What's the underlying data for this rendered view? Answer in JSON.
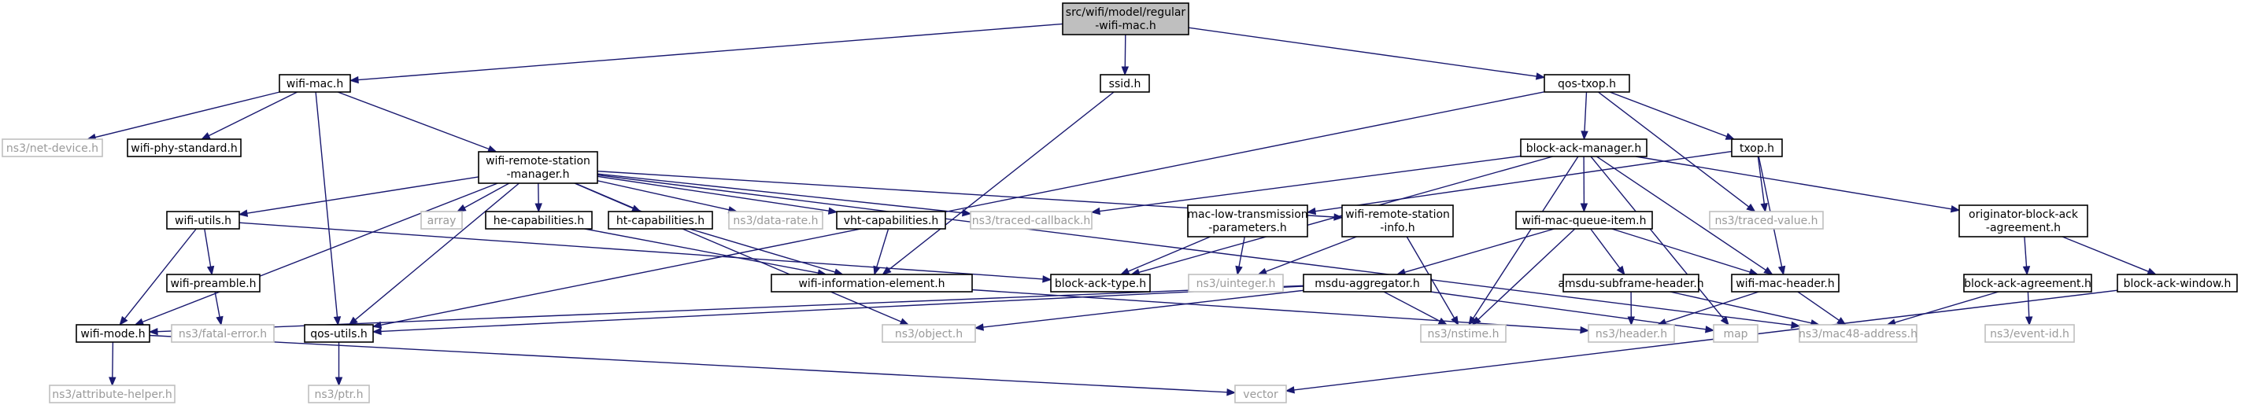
{
  "graph": {
    "nodes": {
      "root": [
        "src/wifi/model/regular",
        "-wifi-mac.h"
      ],
      "wifi_mac": [
        "wifi-mac.h"
      ],
      "ssid": [
        "ssid.h"
      ],
      "qos_txop": [
        "qos-txop.h"
      ],
      "net_device": [
        "ns3/net-device.h"
      ],
      "wifi_phy_standard": [
        "wifi-phy-standard.h"
      ],
      "wrsm": [
        "wifi-remote-station",
        "-manager.h"
      ],
      "block_ack_manager": [
        "block-ack-manager.h"
      ],
      "txop": [
        "txop.h"
      ],
      "wifi_utils": [
        "wifi-utils.h"
      ],
      "array": [
        "array"
      ],
      "he_cap": [
        "he-capabilities.h"
      ],
      "ht_cap": [
        "ht-capabilities.h"
      ],
      "data_rate": [
        "ns3/data-rate.h"
      ],
      "vht_cap": [
        "vht-capabilities.h"
      ],
      "traced_callback": [
        "ns3/traced-callback.h"
      ],
      "mac_low": [
        "mac-low-transmission",
        "-parameters.h"
      ],
      "wrs_info": [
        "wifi-remote-station",
        "-info.h"
      ],
      "mac_queue_item": [
        "wifi-mac-queue-item.h"
      ],
      "traced_value": [
        "ns3/traced-value.h"
      ],
      "oba": [
        "originator-block-ack",
        "-agreement.h"
      ],
      "wifi_preamble": [
        "wifi-preamble.h"
      ],
      "wie": [
        "wifi-information-element.h"
      ],
      "block_ack_type": [
        "block-ack-type.h"
      ],
      "uinteger": [
        "ns3/uinteger.h"
      ],
      "msdu_agg": [
        "msdu-aggregator.h"
      ],
      "amsdu_sub": [
        "amsdu-subframe-header.h"
      ],
      "wifi_mac_header": [
        "wifi-mac-header.h"
      ],
      "block_ack_agreement": [
        "block-ack-agreement.h"
      ],
      "block_ack_window": [
        "block-ack-window.h"
      ],
      "wifi_mode": [
        "wifi-mode.h"
      ],
      "fatal_error": [
        "ns3/fatal-error.h"
      ],
      "qos_utils": [
        "qos-utils.h"
      ],
      "object": [
        "ns3/object.h"
      ],
      "nstime": [
        "ns3/nstime.h"
      ],
      "header": [
        "ns3/header.h"
      ],
      "map": [
        "map"
      ],
      "mac48": [
        "ns3/mac48-address.h"
      ],
      "event_id": [
        "ns3/event-id.h"
      ],
      "attribute_helper": [
        "ns3/attribute-helper.h"
      ],
      "ptr": [
        "ns3/ptr.h"
      ],
      "vector": [
        "vector"
      ]
    },
    "dim_nodes": [
      "net_device",
      "array",
      "data_rate",
      "traced_callback",
      "traced_value",
      "uinteger",
      "fatal_error",
      "object",
      "nstime",
      "header",
      "map",
      "mac48",
      "event_id",
      "attribute_helper",
      "ptr",
      "vector"
    ],
    "root_node": "root",
    "edges": [
      [
        "root",
        "wifi_mac"
      ],
      [
        "root",
        "ssid"
      ],
      [
        "root",
        "qos_txop"
      ],
      [
        "wifi_mac",
        "net_device"
      ],
      [
        "wifi_mac",
        "wifi_phy_standard"
      ],
      [
        "wifi_mac",
        "wrsm"
      ],
      [
        "wifi_mac",
        "qos_utils"
      ],
      [
        "wrsm",
        "wifi_utils"
      ],
      [
        "wrsm",
        "array"
      ],
      [
        "wrsm",
        "he_cap"
      ],
      [
        "wrsm",
        "ht_cap"
      ],
      [
        "wrsm",
        "data_rate"
      ],
      [
        "wrsm",
        "vht_cap"
      ],
      [
        "wrsm",
        "traced_callback"
      ],
      [
        "wrsm",
        "wrs_info"
      ],
      [
        "wrsm",
        "wifi_mode"
      ],
      [
        "wrsm",
        "qos_utils"
      ],
      [
        "wrsm",
        "object"
      ],
      [
        "wrsm",
        "mac48"
      ],
      [
        "ssid",
        "wie"
      ],
      [
        "qos_txop",
        "block_ack_manager"
      ],
      [
        "qos_txop",
        "txop"
      ],
      [
        "qos_txop",
        "traced_value"
      ],
      [
        "qos_txop",
        "qos_utils"
      ],
      [
        "block_ack_manager",
        "traced_callback"
      ],
      [
        "block_ack_manager",
        "oba"
      ],
      [
        "block_ack_manager",
        "mac_queue_item"
      ],
      [
        "block_ack_manager",
        "block_ack_type"
      ],
      [
        "block_ack_manager",
        "wifi_mac_header"
      ],
      [
        "block_ack_manager",
        "nstime"
      ],
      [
        "block_ack_manager",
        "map"
      ],
      [
        "txop",
        "mac_low"
      ],
      [
        "txop",
        "traced_value"
      ],
      [
        "txop",
        "wifi_mac_header"
      ],
      [
        "wifi_utils",
        "block_ack_type"
      ],
      [
        "wifi_utils",
        "wifi_preamble"
      ],
      [
        "wifi_utils",
        "wifi_mode"
      ],
      [
        "he_cap",
        "wie"
      ],
      [
        "ht_cap",
        "wie"
      ],
      [
        "vht_cap",
        "wie"
      ],
      [
        "mac_low",
        "block_ack_type"
      ],
      [
        "mac_low",
        "uinteger"
      ],
      [
        "wrs_info",
        "uinteger"
      ],
      [
        "wrs_info",
        "nstime"
      ],
      [
        "mac_queue_item",
        "msdu_agg"
      ],
      [
        "mac_queue_item",
        "amsdu_sub"
      ],
      [
        "mac_queue_item",
        "wifi_mac_header"
      ],
      [
        "mac_queue_item",
        "nstime"
      ],
      [
        "oba",
        "block_ack_agreement"
      ],
      [
        "oba",
        "block_ack_window"
      ],
      [
        "wifi_preamble",
        "fatal_error"
      ],
      [
        "wie",
        "header"
      ],
      [
        "msdu_agg",
        "wifi_mode"
      ],
      [
        "msdu_agg",
        "qos_utils"
      ],
      [
        "msdu_agg",
        "object"
      ],
      [
        "msdu_agg",
        "nstime"
      ],
      [
        "msdu_agg",
        "map"
      ],
      [
        "amsdu_sub",
        "header"
      ],
      [
        "amsdu_sub",
        "mac48"
      ],
      [
        "wifi_mac_header",
        "header"
      ],
      [
        "wifi_mac_header",
        "mac48"
      ],
      [
        "block_ack_agreement",
        "mac48"
      ],
      [
        "block_ack_agreement",
        "event_id"
      ],
      [
        "block_ack_window",
        "vector"
      ],
      [
        "wifi_mode",
        "attribute_helper"
      ],
      [
        "wifi_mode",
        "vector"
      ],
      [
        "qos_utils",
        "ptr"
      ]
    ]
  }
}
